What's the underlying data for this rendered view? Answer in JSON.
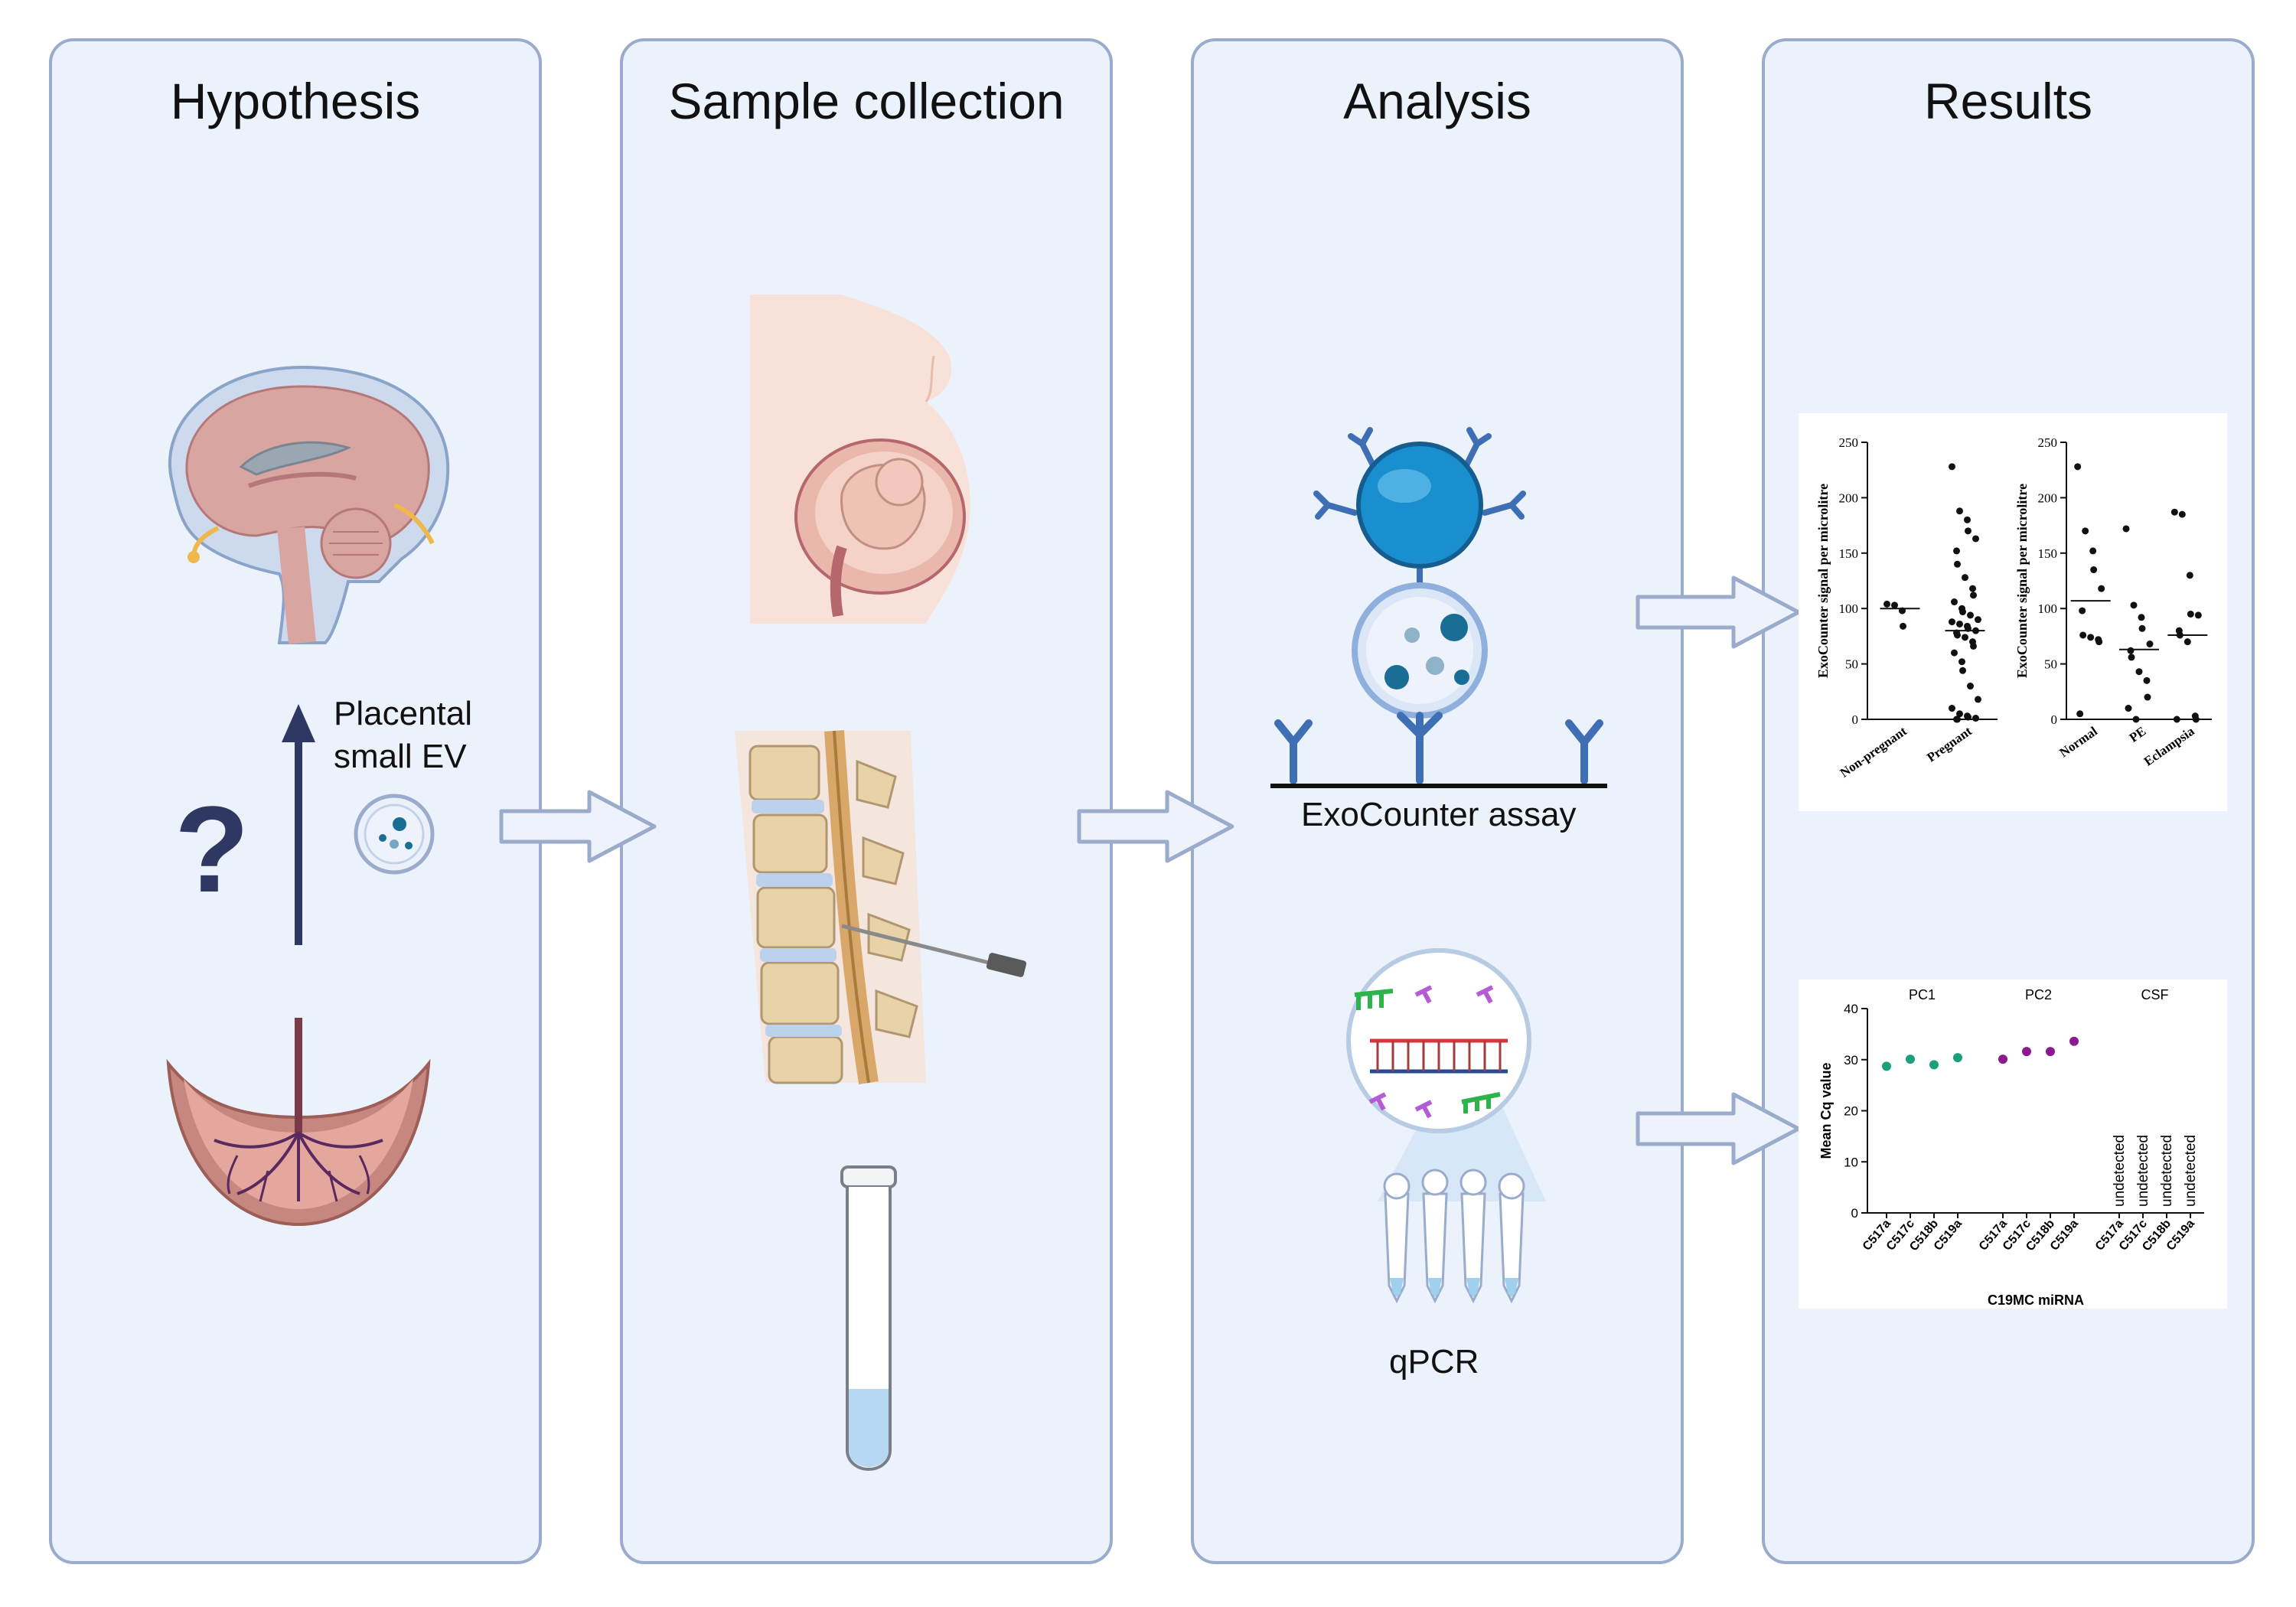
{
  "panels": {
    "hypothesis": {
      "title": "Hypothesis"
    },
    "sample": {
      "title": "Sample collection"
    },
    "analysis": {
      "title": "Analysis"
    },
    "results": {
      "title": "Results"
    }
  },
  "hypothesis": {
    "ev_label_line1": "Placental",
    "ev_label_line2": "small EV",
    "question_mark": "?"
  },
  "analysis": {
    "exocounter_label": "ExoCounter assay",
    "qpcr_label": "qPCR"
  },
  "colors": {
    "panel_bg": "#ecf2fb",
    "panel_border": "#9aabcc",
    "arrow_fill": "#eef3fb",
    "arrow_stroke": "#9aabcc",
    "bead_blue": "#1a8fd0",
    "antibody_blue": "#3e6fb5",
    "green_series": "#1aa07a",
    "purple_series": "#8b1a8f"
  },
  "chart_data": [
    {
      "type": "scatter",
      "title": "",
      "ylabel": "ExoCounter signal per microlitre",
      "ylim": [
        0,
        250
      ],
      "yticks": [
        "0",
        "50",
        "100",
        "150",
        "200",
        "250"
      ],
      "categories": [
        "Non-pregnant",
        "Pregnant"
      ],
      "series": [
        {
          "category": "Non-pregnant",
          "median": 100,
          "values": [
            104,
            103,
            98,
            84
          ]
        },
        {
          "category": "Pregnant",
          "median": 80,
          "values": [
            228,
            188,
            180,
            170,
            163,
            152,
            140,
            128,
            118,
            112,
            106,
            100,
            97,
            94,
            90,
            88,
            86,
            84,
            82,
            80,
            78,
            76,
            74,
            70,
            66,
            60,
            52,
            44,
            30,
            18,
            10,
            5,
            3,
            2,
            1,
            0,
            0
          ]
        }
      ]
    },
    {
      "type": "scatter",
      "title": "",
      "ylabel": "ExoCounter signal per microlitre",
      "ylim": [
        0,
        250
      ],
      "yticks": [
        "0",
        "50",
        "100",
        "150",
        "200",
        "250"
      ],
      "categories": [
        "Normal",
        "PE",
        "Eclampsia"
      ],
      "series": [
        {
          "category": "Normal",
          "median": 107,
          "values": [
            228,
            170,
            152,
            135,
            118,
            98,
            76,
            74,
            72,
            70,
            5
          ]
        },
        {
          "category": "PE",
          "median": 63,
          "values": [
            172,
            103,
            92,
            82,
            68,
            62,
            56,
            43,
            35,
            20,
            10,
            0
          ]
        },
        {
          "category": "Eclampsia",
          "median": 76,
          "values": [
            187,
            185,
            130,
            95,
            94,
            80,
            76,
            70,
            3,
            0,
            0
          ]
        }
      ]
    },
    {
      "type": "scatter",
      "title": "",
      "xlabel": "C19MC miRNA",
      "ylabel": "Mean Cq value",
      "ylim": [
        0,
        40
      ],
      "yticks": [
        "0",
        "10",
        "20",
        "30",
        "40"
      ],
      "groups": [
        "PC1",
        "PC2",
        "CSF"
      ],
      "categories": [
        "C517a",
        "C517c",
        "C518b",
        "C519a",
        "C517a",
        "C517c",
        "C518b",
        "C519a",
        "C517a",
        "C517c",
        "C518b",
        "C519a"
      ],
      "series": [
        {
          "name": "PC1",
          "values": [
            28.7,
            30.1,
            29.0,
            30.4
          ]
        },
        {
          "name": "PC2",
          "values": [
            30.1,
            31.6,
            31.6,
            33.6
          ]
        },
        {
          "name": "CSF",
          "values": [
            null,
            null,
            null,
            null
          ],
          "annotation": "undetected"
        }
      ]
    }
  ]
}
